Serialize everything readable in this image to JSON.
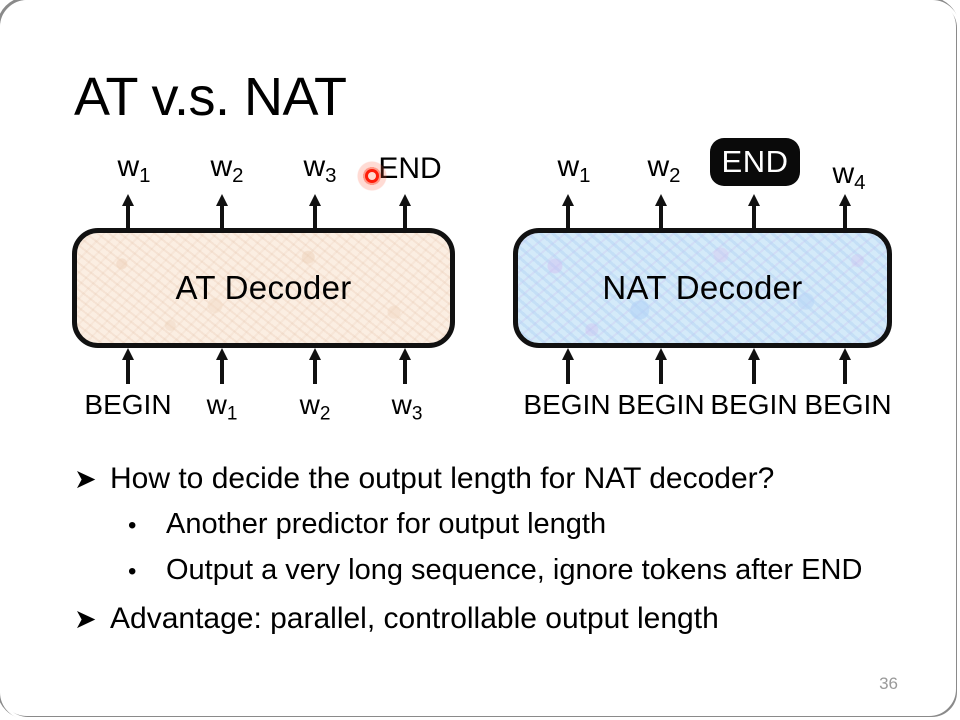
{
  "slide": {
    "title": "AT v.s. NAT",
    "page_number": "36"
  },
  "diagram": {
    "at": {
      "decoder_label": "AT Decoder",
      "outputs": [
        {
          "base": "w",
          "sub": "1"
        },
        {
          "base": "w",
          "sub": "2"
        },
        {
          "base": "w",
          "sub": "3"
        },
        {
          "base": "END",
          "sub": ""
        }
      ],
      "inputs": [
        {
          "base": "BEGIN",
          "sub": ""
        },
        {
          "base": "w",
          "sub": "1"
        },
        {
          "base": "w",
          "sub": "2"
        },
        {
          "base": "w",
          "sub": "3"
        }
      ]
    },
    "nat": {
      "decoder_label": "NAT Decoder",
      "outputs": [
        {
          "base": "w",
          "sub": "1"
        },
        {
          "base": "w",
          "sub": "2"
        },
        {
          "base": "END",
          "sub": ""
        },
        {
          "base": "w",
          "sub": "4"
        }
      ],
      "highlighted_output": "END",
      "inputs": [
        {
          "base": "BEGIN",
          "sub": ""
        },
        {
          "base": "BEGIN",
          "sub": ""
        },
        {
          "base": "BEGIN",
          "sub": ""
        },
        {
          "base": "BEGIN",
          "sub": ""
        }
      ]
    },
    "colors": {
      "at_decoder_fill": "#fbeee2",
      "nat_decoder_fill": "#d4eaf9",
      "highlight_fill": "#0a0a0a",
      "highlight_text": "#ffffff",
      "laser_dot": "#ff2a1a",
      "outline": "#111111"
    }
  },
  "bullets": [
    {
      "marker": "➤",
      "text": "How to decide the output length for NAT decoder?",
      "level": 1
    },
    {
      "marker": "•",
      "text": "Another predictor for output length",
      "level": 2
    },
    {
      "marker": "•",
      "text": "Output a very long sequence, ignore tokens after END",
      "level": 2
    },
    {
      "marker": "➤",
      "text": "Advantage: parallel, controllable output length",
      "level": 1
    }
  ]
}
